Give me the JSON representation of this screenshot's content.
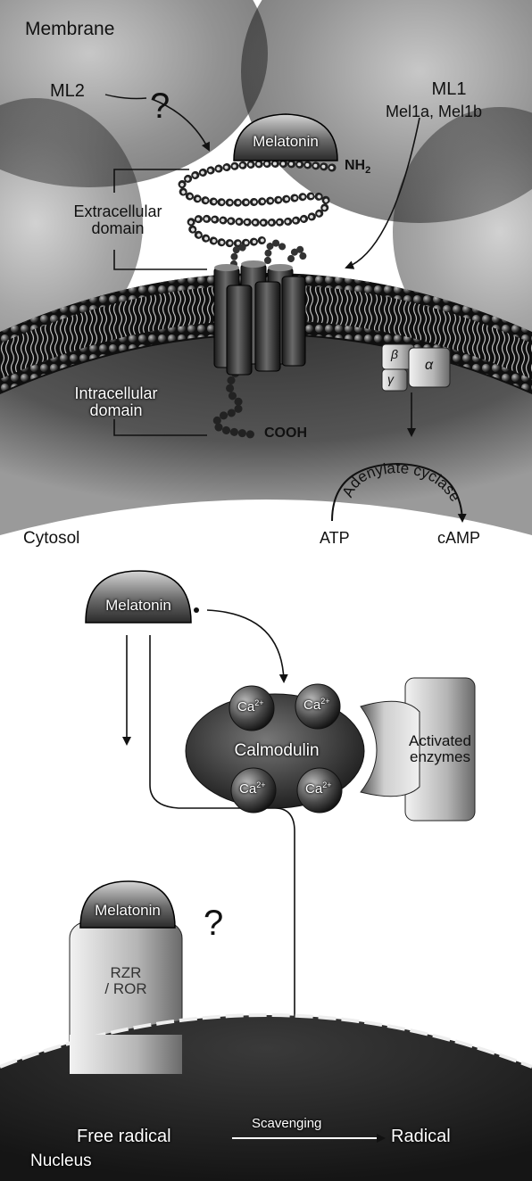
{
  "diagram": {
    "regions": {
      "membrane": "Membrane",
      "cytosol": "Cytosol",
      "nucleus": "Nucleus"
    },
    "receptors": {
      "ml2": "ML2",
      "ml2_question": "?",
      "ml1": "ML1",
      "ml1_subtypes": "Mel1a, Mel1b",
      "nuclear_question": "?"
    },
    "domains": {
      "extracellular": [
        "Extracellular",
        "domain"
      ],
      "intracellular": [
        "Intracellular",
        "domain"
      ],
      "nh2": "NH",
      "nh2_sub": "2",
      "cooh": "COOH"
    },
    "g_protein": {
      "beta": "β",
      "gamma": "γ",
      "alpha": "α"
    },
    "pathway": {
      "enzyme": "Adenylate cyclase",
      "substrate": "ATP",
      "product": "cAMP"
    },
    "melatonin": "Melatonin",
    "calmodulin": {
      "label": "Calmodulin",
      "ion": "Ca",
      "ion_charge": "2+",
      "partner": [
        "Activated",
        "enzymes"
      ]
    },
    "nuclear_receptor": [
      "RZR",
      "/ ROR"
    ],
    "scavenging": {
      "source": "Free radical",
      "arrow_label": "Scavenging",
      "product": "Radical"
    }
  }
}
